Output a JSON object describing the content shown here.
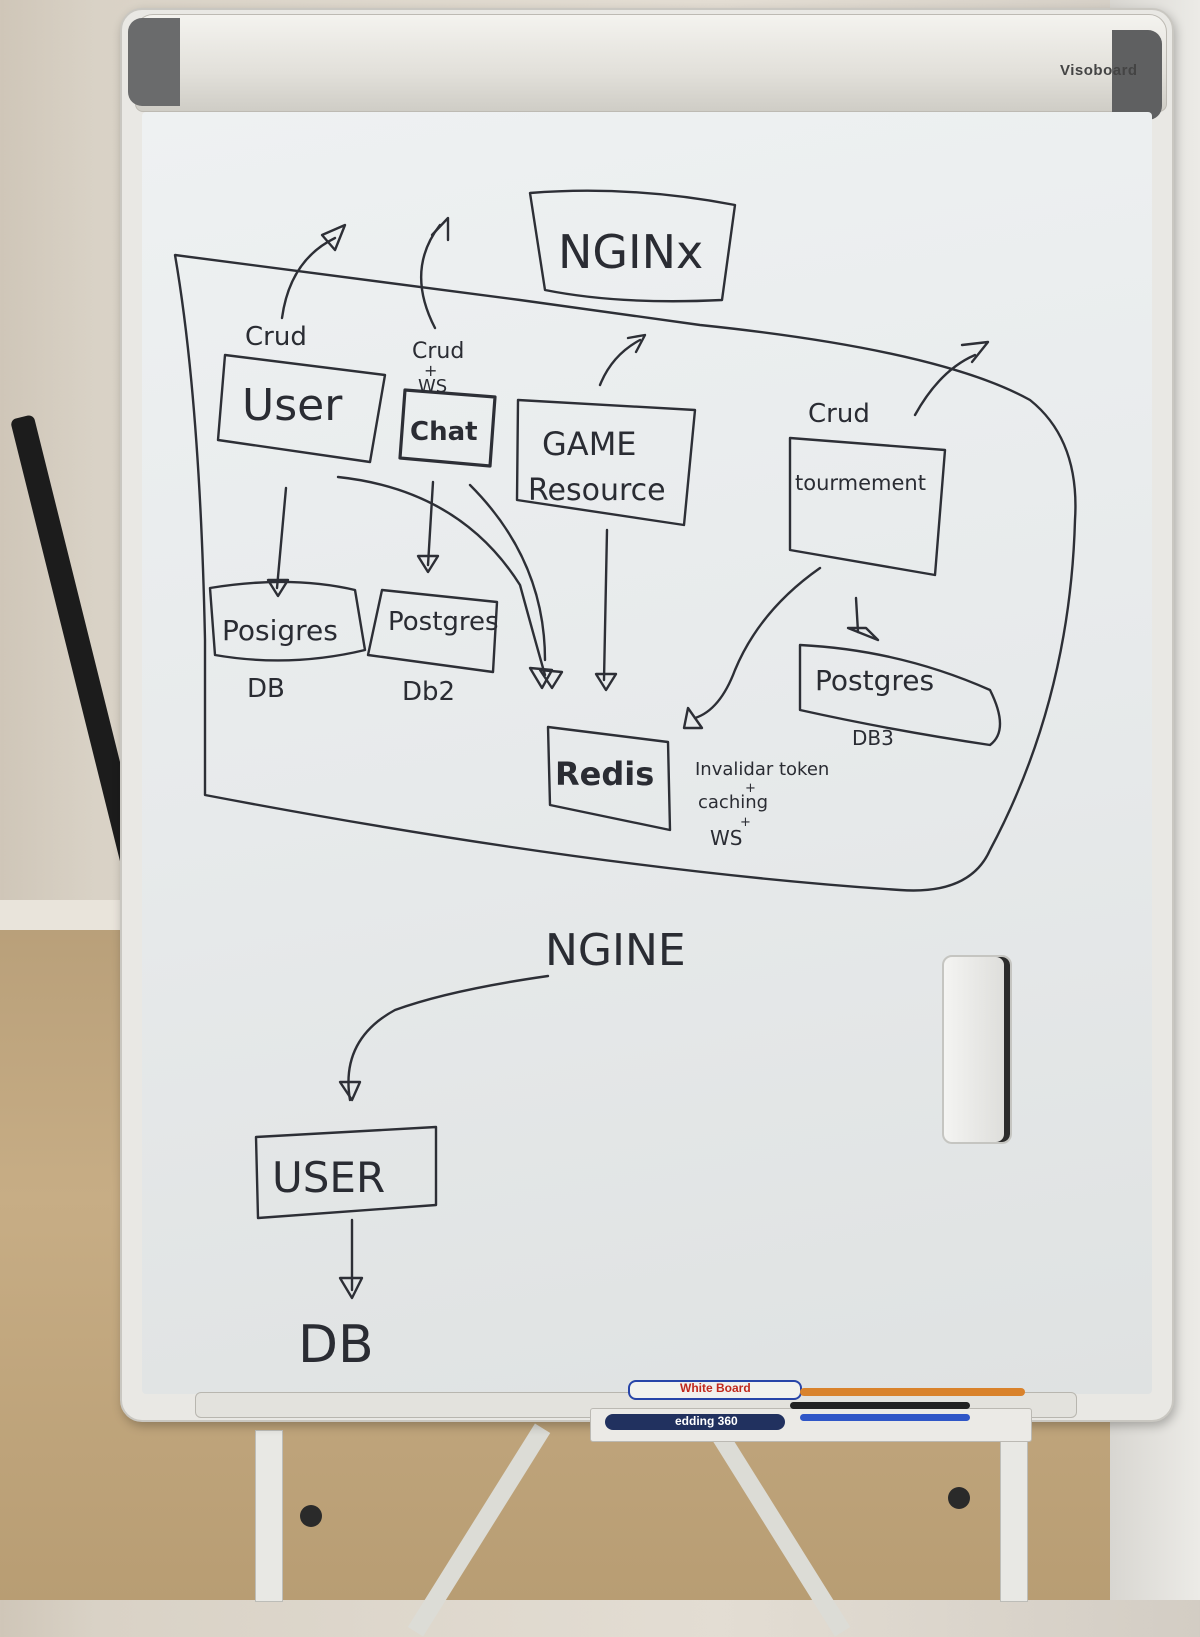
{
  "board": {
    "brand": "Visoboard",
    "marker_label_1": "White Board",
    "marker_label_2": "edding 360"
  },
  "diagram": {
    "nginx_top": "NGINx",
    "user_service": "User",
    "user_label": "Crud",
    "chat_service": "Chat",
    "chat_label_1": "Crud",
    "chat_label_2": "+",
    "chat_label_3": "WS",
    "game_line1": "GAME",
    "game_line2": "Resource",
    "tournament_service": "tourmement",
    "tournament_label": "Crud",
    "db1_box": "Posigres",
    "db1_caption": "DB",
    "db2_box": "Postgres",
    "db2_caption": "Db2",
    "db3_box": "Postgres",
    "db3_caption": "DB3",
    "redis_box": "Redis",
    "redis_note_1": "Invalidar token",
    "redis_note_2": "+",
    "redis_note_3": "caching",
    "redis_note_4": "+",
    "redis_note_5": "WS",
    "nginx_bottom": "NGINE",
    "user_bottom": "USER",
    "db_bottom": "DB"
  }
}
